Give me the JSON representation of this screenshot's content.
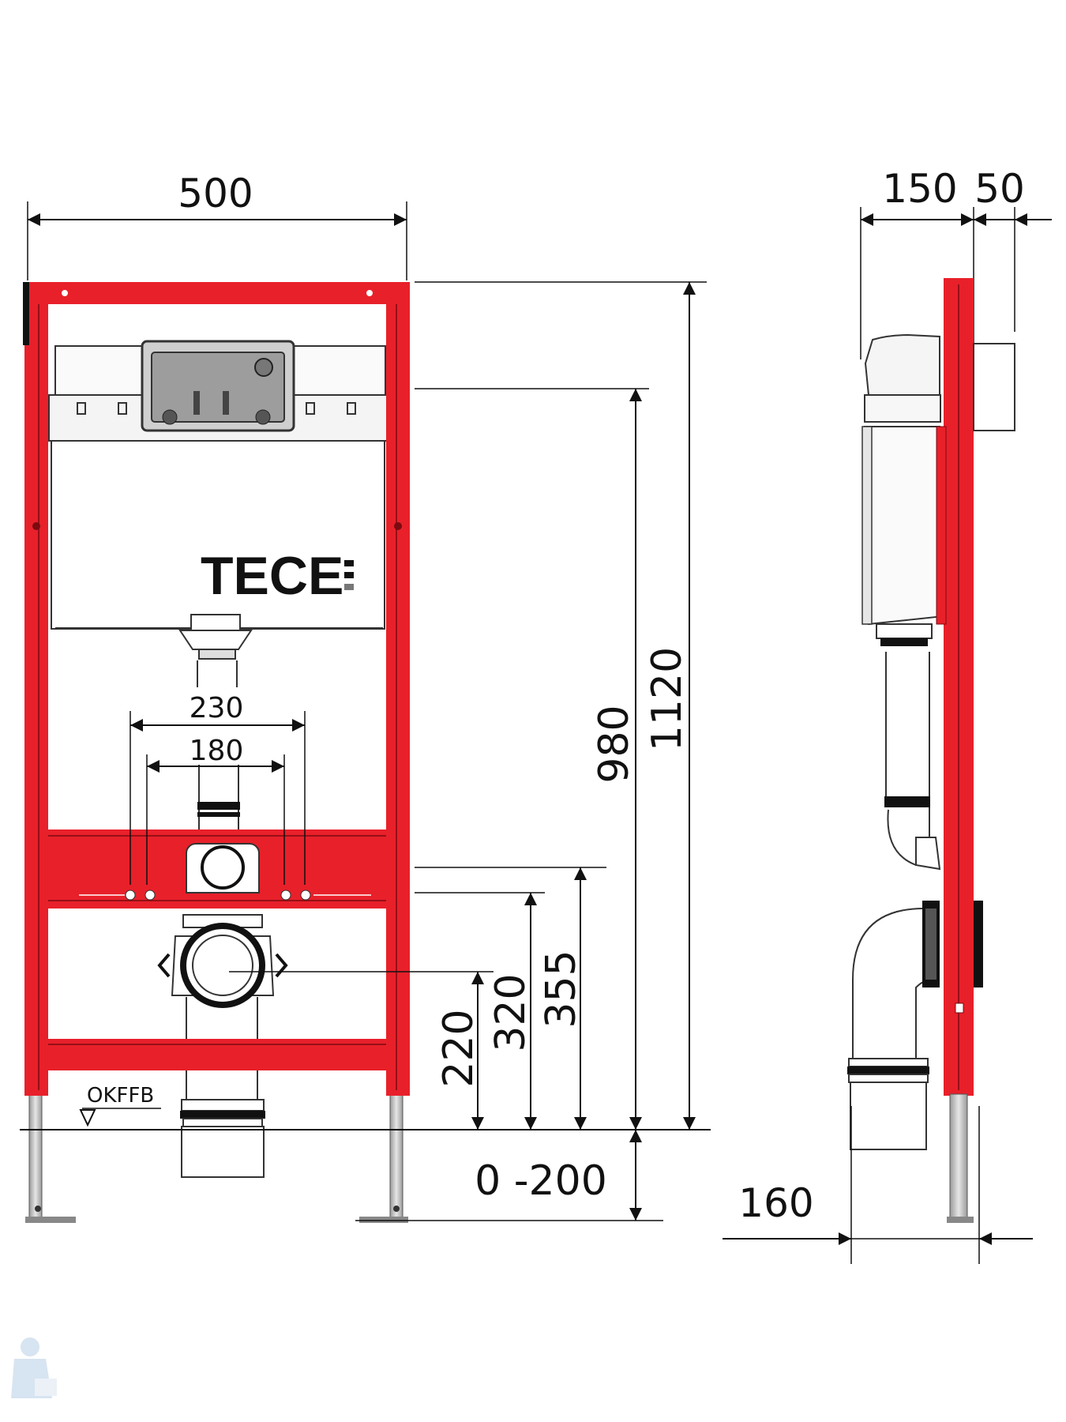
{
  "front_view": {
    "width_label": "500",
    "brand_label": "TECE",
    "inner_width_label": "230",
    "inner_spacing_label": "180",
    "floor_marker_label": "OKFFB"
  },
  "height_dimensions": {
    "total_height_label": "1120",
    "cistern_height_label": "980",
    "bracket_height_label": "355",
    "rail_height_label": "320",
    "outlet_height_label": "220",
    "adjustment_label": "0 -200"
  },
  "side_view": {
    "depth_label": "150",
    "panel_label": "50",
    "foot_depth_label": "160"
  },
  "colors": {
    "frame_red": "#e8202a",
    "line": "#111111",
    "grey": "#bdbdbd"
  }
}
